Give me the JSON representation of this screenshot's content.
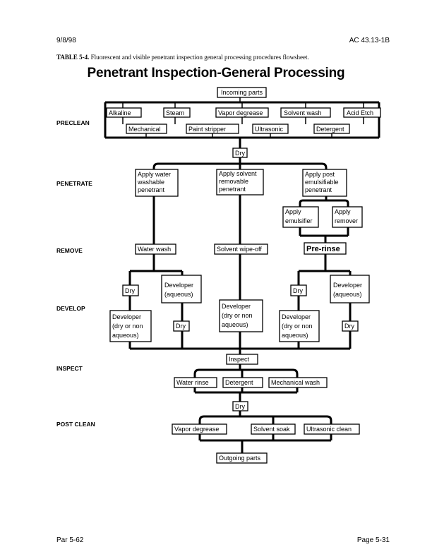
{
  "header": {
    "date": "9/8/98",
    "doc_id": "AC 43.13-1B"
  },
  "caption": {
    "label": "TABLE 5-4.",
    "text": " Fluorescent and visible penetrant inspection general processing procedures flowsheet."
  },
  "title": "Penetrant Inspection-General Processing",
  "stages": {
    "preclean": "PRECLEAN",
    "penetrate": "PENETRATE",
    "remove": "REMOVE",
    "develop": "DEVELOP",
    "inspect": "INSPECT",
    "post_clean": "POST CLEAN"
  },
  "nodes": {
    "incoming": "Incoming parts",
    "alkaline": "Alkaline",
    "steam": "Steam",
    "vapor_degrease_pre": "Vapor degrease",
    "solvent_wash": "Solvent wash",
    "acid_etch": "Acid Etch",
    "mechanical": "Mechanical",
    "paint_stripper": "Paint stripper",
    "ultrasonic": "Ultrasonic",
    "detergent_pre": "Detergent",
    "dry1": "Dry",
    "pen_water": [
      "Apply water",
      "washable",
      "penetrant"
    ],
    "pen_solvent": [
      "Apply  solvent",
      "removable",
      "penetrant"
    ],
    "pen_post": [
      "Apply post",
      "emulsifiable",
      "penetrant"
    ],
    "emulsifier": [
      "Apply",
      "emulsifier"
    ],
    "remover": [
      "Apply",
      "remover"
    ],
    "water_wash": "Water wash",
    "solvent_wipe": "Solvent wipe-off",
    "pre_rinse": "Pre-rinse",
    "dry_left": "Dry",
    "dev_aq_left": [
      "Developer",
      "(aqueous)"
    ],
    "dev_dry_left": [
      "Developer",
      "(dry or non",
      "aqueous)"
    ],
    "dry_left2": "Dry",
    "dev_center": [
      "Developer",
      "(dry or non",
      "aqueous)"
    ],
    "dry_right": "Dry",
    "dev_aq_right": [
      "Developer",
      "(aqueous)"
    ],
    "dev_dry_right": [
      "Developer",
      "(dry or non",
      "aqueous)"
    ],
    "dry_right2": "Dry",
    "inspect": "Inspect",
    "water_rinse": "Water rinse",
    "detergent_post": "Detergent",
    "mech_wash": "Mechanical wash",
    "dry_post": "Dry",
    "vapor_degrease_post": "Vapor degrease",
    "solvent_soak": "Solvent soak",
    "ultrasonic_clean": "Ultrasonic clean",
    "outgoing": "Outgoing parts"
  },
  "footer": {
    "par": "Par 5-62",
    "page": "Page 5-31"
  }
}
